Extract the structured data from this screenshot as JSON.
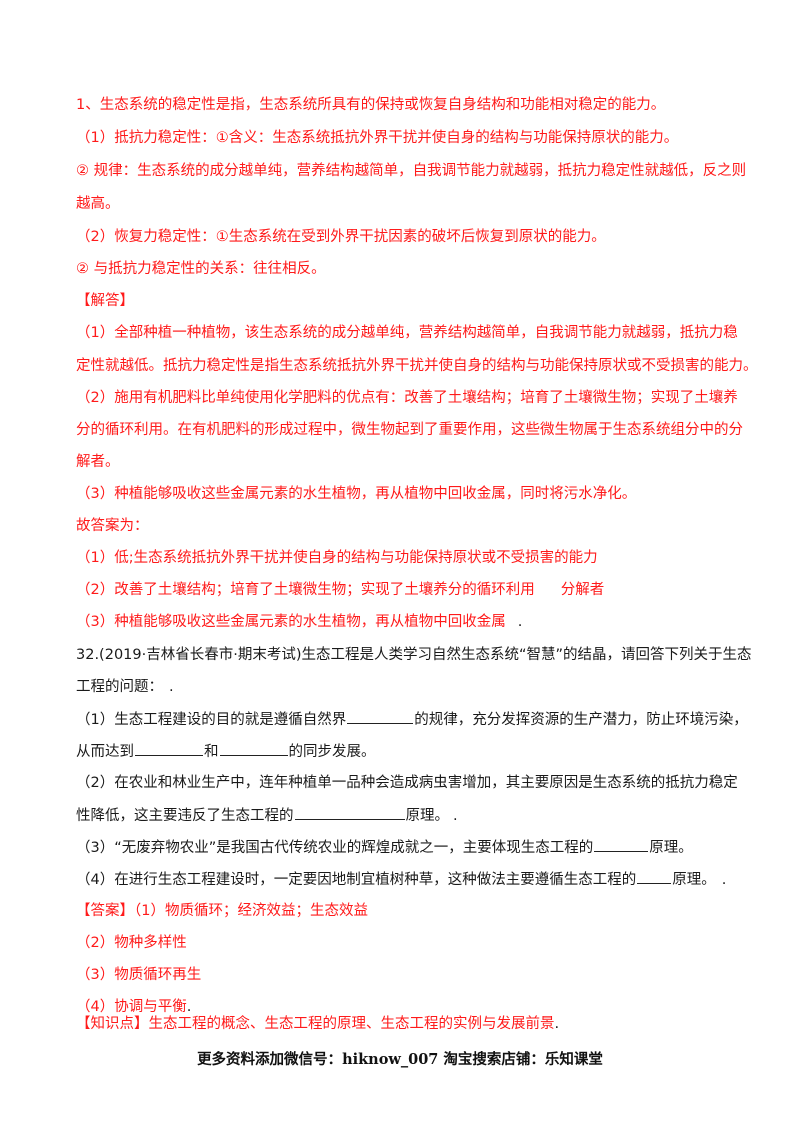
{
  "intro": {
    "p1": "1、生态系统的稳定性是指，生态系统所具有的保持或恢复自身结构和功能相对稳定的能力。",
    "p2": "（1）抵抗力稳定性：①含义：生态系统抵抗外界干扰并使自身的结构与功能保持原状的能力。",
    "p3a": "② 规律：生态系统的成分越单纯，营养结构越简单，自我调节能力就越弱，抵抗力稳定性就越低，反之则",
    "p3b": "越高。",
    "p4": "（2）恢复力稳定性：①生态系统在受到外界干扰因素的破坏后恢复到原状的能力。",
    "p5": "② 与抵抗力稳定性的关系：往往相反。"
  },
  "solution": {
    "heading": "【解答】",
    "a1a": "（1）全部种植一种植物，该生态系统的成分越单纯，营养结构越简单，自我调节能力就越弱，抵抗力稳",
    "a1b": "定性就越低。抵抗力稳定性是指生态系统抵抗外界干扰并使自身的结构与功能保持原状或不受损害的能力。",
    "a2a": "（2）施用有机肥料比单纯使用化学肥料的优点有：改善了土壤结构；培育了土壤微生物；实现了土壤养",
    "a2b": "分的循环利用。在有机肥料的形成过程中，微生物起到了重要作用，这些微生物属于生态系统组分中的分",
    "a2c": "解者。",
    "a3": "（3）种植能够吸收这些金属元素的水生植物，再从植物中回收金属，同时将污水净化。"
  },
  "final_answer": {
    "heading": "故答案为：",
    "f1": "（1）低;生态系统抵抗外界干扰并使自身的结构与功能保持原状或不受损害的能力",
    "f2_part1": "（2）改善了土壤结构；培育了土壤微生物；实现了土壤养分的循环利用",
    "f2_part2": "分解者",
    "f3": "（3）种植能够吸收这些金属元素的水生植物，再从植物中回收金属",
    "f3_dot": "."
  },
  "question32": {
    "stem_a": "32.(2019·吉林省长春市·期末考试)生态工程是人类学习自然生态系统“智慧”的结晶，请回答下列关于生态",
    "stem_b": "工程的问题：",
    "stem_b_dot": ".",
    "q1_a1": "（1）生态工程建设的目的就是遵循自然界",
    "q1_a2": "的规律，充分发挥资源的生产潜力，防止环境污染，",
    "q1_b1": "从而达到",
    "q1_b2": "和",
    "q1_b3": "的同步发展。",
    "q2_a": "（2）在农业和林业生产中，连年种植单一品种会造成病虫害增加，其主要原因是生态系统的抵抗力稳定",
    "q2_b1": "性降低，这主要违反了生态工程的",
    "q2_b2": "原理。",
    "q2_b_dot": ".",
    "q3_1": "（3）“无废弃物农业”是我国古代传统农业的辉煌成就之一，主要体现生态工程的",
    "q3_2": "原理。",
    "q4_1": "（4）在进行生态工程建设时，一定要因地制宜植树种草，这种做法主要遵循生态工程的",
    "q4_2": "原理。",
    "q4_dot": "."
  },
  "answer32": {
    "tag": "【答案】",
    "a1": "（1）物质循环；经济效益；生态效益",
    "a2": "（2）物种多样性",
    "a3": "（3）物质循环再生",
    "a4": "（4）协调与平衡",
    "a4_dot": ".",
    "kp_tag": "【知识点】",
    "kp": "生态工程的概念、生态工程的原理、生态工程的实例与发展前景",
    "kp_dot": "."
  },
  "footer": {
    "text1": "更多资料添加微信号：",
    "wechat": "hiknow_007",
    "text2": " 淘宝搜索店铺：乐知课堂"
  },
  "colors": {
    "answer_red": "#ff1a1a",
    "body_text": "#1a1a1a"
  }
}
